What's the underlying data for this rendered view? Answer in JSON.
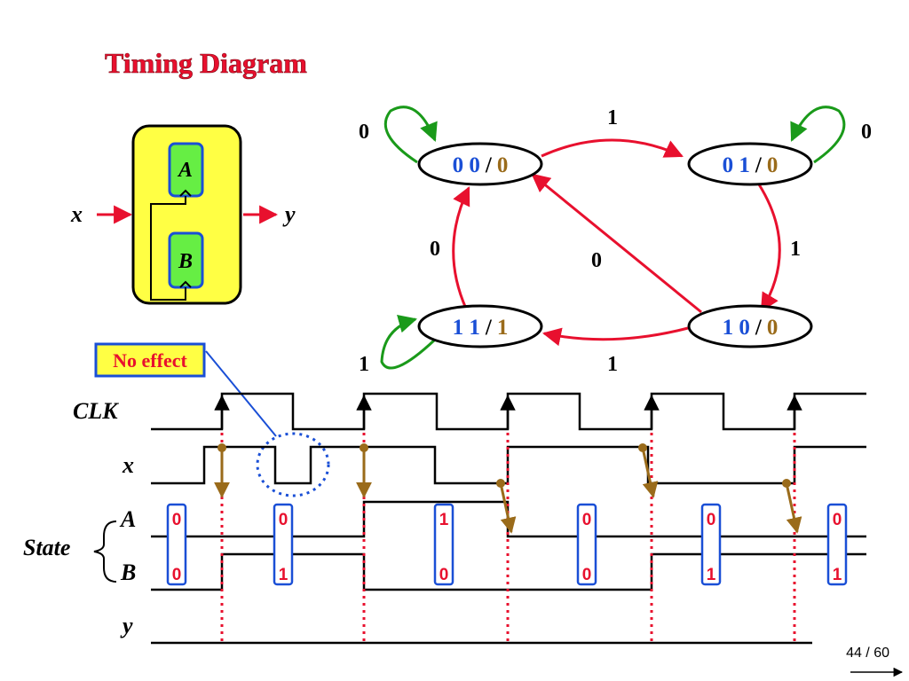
{
  "slide": {
    "title": "Timing Diagram",
    "page_number": "44 / 60"
  },
  "colors": {
    "title": "#e8102e",
    "state_bits": "#1a4fd6",
    "state_output": "#9a6b1a",
    "transition": "#e8102e",
    "self_loop": "#1a9a1a",
    "block_fill": "#ffff44",
    "flipflop_fill": "#66ee44",
    "marker_blue": "#1a4fd6",
    "sample_brown": "#9a6b1a",
    "clock_edge_dotted": "#e8102e"
  },
  "block": {
    "input": "x",
    "output": "y",
    "flipflops": [
      "A",
      "B"
    ]
  },
  "state_diagram": {
    "states": [
      {
        "id": "00",
        "bits": "0 0",
        "sep": "/",
        "out": "0"
      },
      {
        "id": "01",
        "bits": "0 1",
        "sep": "/",
        "out": "0"
      },
      {
        "id": "10",
        "bits": "1 0",
        "sep": "/",
        "out": "0"
      },
      {
        "id": "11",
        "bits": "1 1",
        "sep": "/",
        "out": "1"
      }
    ],
    "transitions": [
      {
        "from": "00",
        "to": "00",
        "input": "0"
      },
      {
        "from": "00",
        "to": "01",
        "input": "1"
      },
      {
        "from": "01",
        "to": "01",
        "input": "0"
      },
      {
        "from": "01",
        "to": "10",
        "input": "1"
      },
      {
        "from": "10",
        "to": "00",
        "input": "0"
      },
      {
        "from": "10",
        "to": "11",
        "input": "1"
      },
      {
        "from": "11",
        "to": "11",
        "input": "1"
      },
      {
        "from": "11",
        "to": "00",
        "input": "0"
      }
    ]
  },
  "callout": {
    "text": "No effect"
  },
  "timing": {
    "labels": {
      "clk": "CLK",
      "x": "x",
      "a": "A",
      "b": "B",
      "y": "y",
      "state": "State"
    },
    "samples": [
      {
        "a": "0",
        "b": "0"
      },
      {
        "a": "0",
        "b": "1"
      },
      {
        "a": "1",
        "b": "0"
      },
      {
        "a": "0",
        "b": "0"
      },
      {
        "a": "0",
        "b": "1"
      },
      {
        "a": "0",
        "b": "1"
      }
    ]
  }
}
